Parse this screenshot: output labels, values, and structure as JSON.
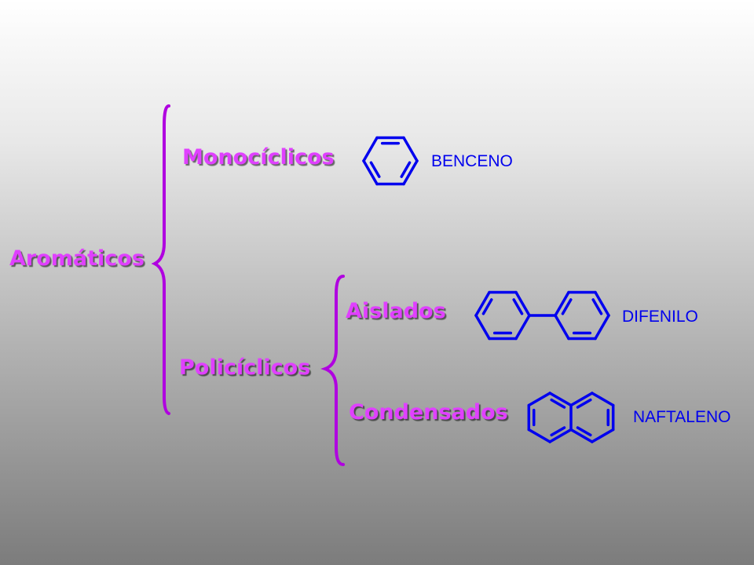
{
  "colors": {
    "term": "#e040ff",
    "brace": "#b000e0",
    "molecule": "#0000ee"
  },
  "tree": {
    "root": "Aromáticos",
    "monocyclic": "Monocíclicos",
    "polycyclic": "Policíclicos",
    "isolated": "Aislados",
    "condensed": "Condensados"
  },
  "molecules": {
    "benzene": "BENCENO",
    "biphenyl": "DIFENILO",
    "naphthalene": "NAFTALENO"
  }
}
